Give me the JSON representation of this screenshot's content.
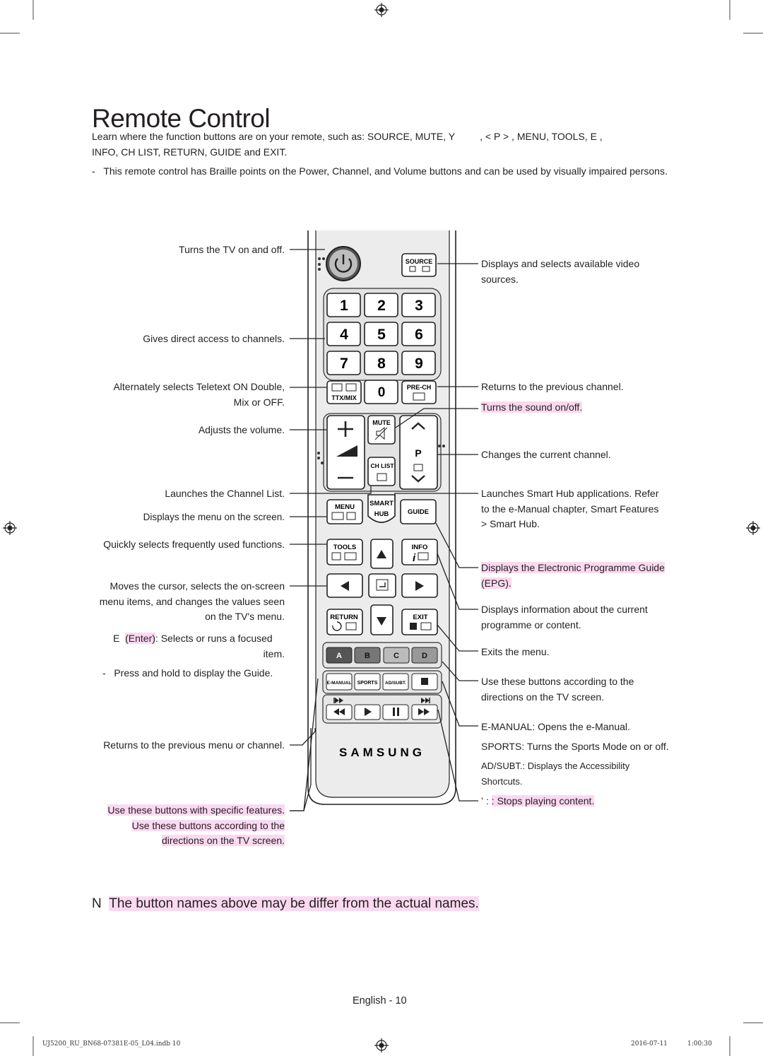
{
  "title": "Remote Control",
  "intro": {
    "line1_prefix": "Learn where the function buttons are on your remote, such as: ",
    "source": "SOURCE",
    "mute": "MUTE",
    "y": "Y",
    "p_mark": ", <    P >    , ",
    "menu": "MENU",
    "tools": "TOOLS",
    "e_mark": "E",
    "info": "INFO",
    "chlist": "CH LIST",
    "return": "RETURN",
    "guide": "GUIDE",
    "and": " and ",
    "exit": "EXIT",
    "period": "."
  },
  "braille_note": {
    "dash": "-",
    "prefix": "This remote control has Braille points on the ",
    "power": "Power",
    "channel": "Channel",
    "volume": "Volume",
    "and": ", and ",
    "suffix": " buttons and can be used by visually impaired persons."
  },
  "left_labels": {
    "power": "Turns the TV on and off.",
    "numbers": "Gives direct access to channels.",
    "ttx_line1": "Alternately selects Teletext ON Double,",
    "ttx_line2": "Mix or OFF.",
    "volume": "Adjusts the volume.",
    "chlist": "Launches the Channel List.",
    "menu": "Displays the menu on the screen.",
    "tools": "Quickly selects frequently used functions.",
    "cursor_line1": "Moves the cursor, selects the on-screen",
    "cursor_line2": "menu items, and changes the values seen",
    "cursor_line3": "on the TV's menu.",
    "enter_mark": "E",
    "enter_word": "(Enter)",
    "enter_rest": ": Selects or runs a focused",
    "enter_line2": "item.",
    "guide_dash": "-",
    "guide_text": "Press and hold to display the ",
    "guide_word": "Guide",
    "return": "Returns to the previous menu or channel.",
    "specific_line1": "Use these buttons with specific features.",
    "specific_line2": "Use these buttons according to the",
    "specific_line3": "directions on the TV screen."
  },
  "right_labels": {
    "source_line1": "Displays and selects available video",
    "source_line2": "sources.",
    "prech": "Returns to the previous channel.",
    "mute": "Turns the sound on/off.",
    "channel": "Changes the current channel.",
    "smarthub_line1_prefix": "Launches ",
    "smarthub_word": "Smart Hub",
    "smarthub_line1_suffix": " applications. Refer",
    "smarthub_line2_prefix": "to the ",
    "emanual_word": "e-Manual",
    "smarthub_line2_mid": " chapter, ",
    "smart_features": "Smart Features",
    "smarthub_line3": "> Smart Hub",
    "epg_line1": "Displays the Electronic Programme Guide",
    "epg_line2": "(EPG).",
    "info_line1": "Displays information about the current",
    "info_line2": "programme or content.",
    "exit": "Exits the menu.",
    "abcd_line1": "Use these buttons according to the",
    "abcd_line2": "directions on the TV screen.",
    "emanual_key": "E-MANUAL",
    "emanual_desc": ": Opens the ",
    "emanual_target": "e-Manual",
    "sports_key": "SPORTS",
    "sports_desc": ": Turns the ",
    "sports_mode": "Sports Mode",
    "sports_suffix": " on or off.",
    "adsubt_key": "AD/SUBT.",
    "adsubt_desc": ": Displays the ",
    "adsubt_target": "Accessibility",
    "adsubt_line2": "Shortcuts",
    "stop_mark": "’",
    "stop_desc": ": Stops playing content."
  },
  "remote_buttons": {
    "source": "SOURCE",
    "ttx": "TTX/MIX",
    "prech": "PRE-CH",
    "mute": "MUTE",
    "chlist": "CH LIST",
    "p": "P",
    "menu": "MENU",
    "smart": "SMART",
    "hub": "HUB",
    "guide": "GUIDE",
    "tools": "TOOLS",
    "info": "INFO",
    "return": "RETURN",
    "exit": "EXIT",
    "a": "A",
    "b": "B",
    "c": "C",
    "d": "D",
    "emanual": "E-MANUAL",
    "sports": "SPORTS",
    "adsubt": "AD/SUBT.",
    "brand": "SAMSUNG",
    "digits": [
      "1",
      "2",
      "3",
      "4",
      "5",
      "6",
      "7",
      "8",
      "9",
      "0"
    ]
  },
  "bottom_note": {
    "mark": "N",
    "text": "The button names above may be differ from the actual names."
  },
  "page_number": "English - 10",
  "imprint": {
    "file": "UJ5200_RU_BN68-07381E-05_L04.indb   10",
    "date": "2016-07-11",
    "time": "1:00:30"
  },
  "colors": {
    "highlight": "#fbd9f1",
    "remote_body": "#ececec",
    "text": "#231f20"
  }
}
